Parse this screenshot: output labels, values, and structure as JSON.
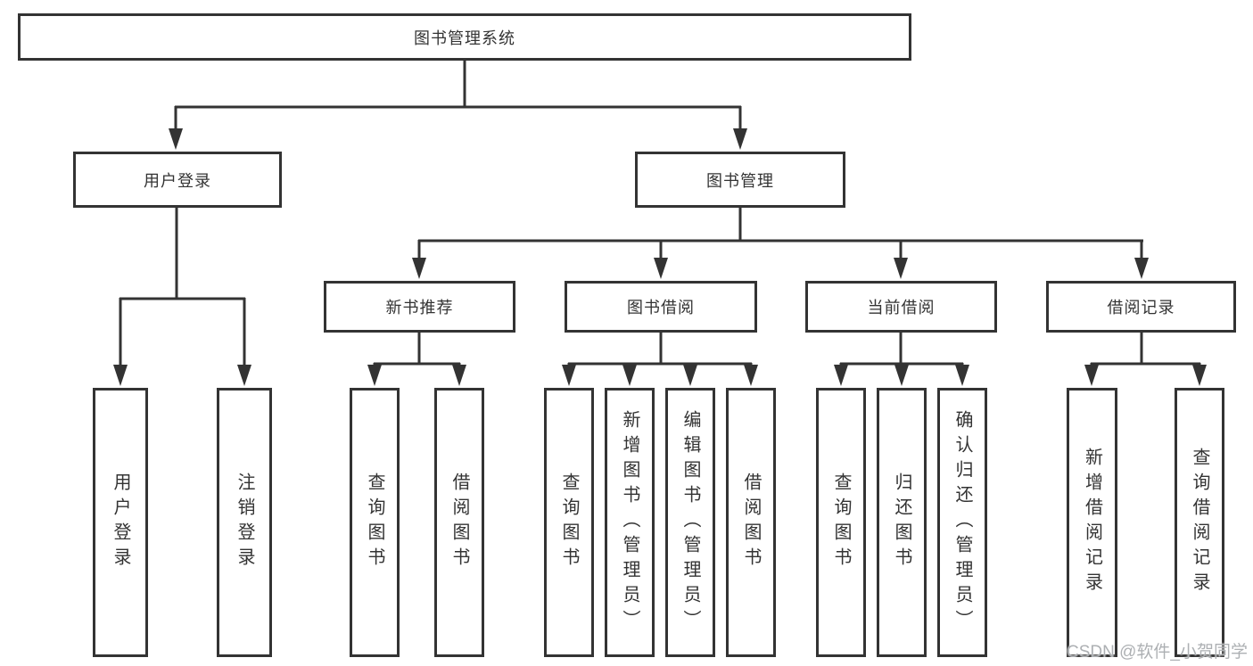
{
  "colors": {
    "line": "#333333",
    "box_border": "#333333",
    "text": "#333333",
    "background": "#ffffff",
    "watermark": "#adb0b3"
  },
  "watermark": {
    "text": "CSDN @软件_小贺同学"
  },
  "tree": {
    "root": {
      "label": "图书管理系统",
      "children": [
        {
          "label": "用户登录",
          "children": [
            {
              "label": "用户登录"
            },
            {
              "label": "注销登录"
            }
          ]
        },
        {
          "label": "图书管理",
          "children": [
            {
              "label": "新书推荐",
              "children": [
                {
                  "label": "查询图书"
                },
                {
                  "label": "借阅图书"
                }
              ]
            },
            {
              "label": "图书借阅",
              "children": [
                {
                  "label": "查询图书"
                },
                {
                  "label": "新增图书（管理员）"
                },
                {
                  "label": "编辑图书（管理员）"
                },
                {
                  "label": "借阅图书"
                }
              ]
            },
            {
              "label": "当前借阅",
              "children": [
                {
                  "label": "查询图书"
                },
                {
                  "label": "归还图书"
                },
                {
                  "label": "确认归还（管理员）"
                }
              ]
            },
            {
              "label": "借阅记录",
              "children": [
                {
                  "label": "新增借阅记录"
                },
                {
                  "label": "查询借阅记录"
                }
              ]
            }
          ]
        }
      ]
    }
  }
}
